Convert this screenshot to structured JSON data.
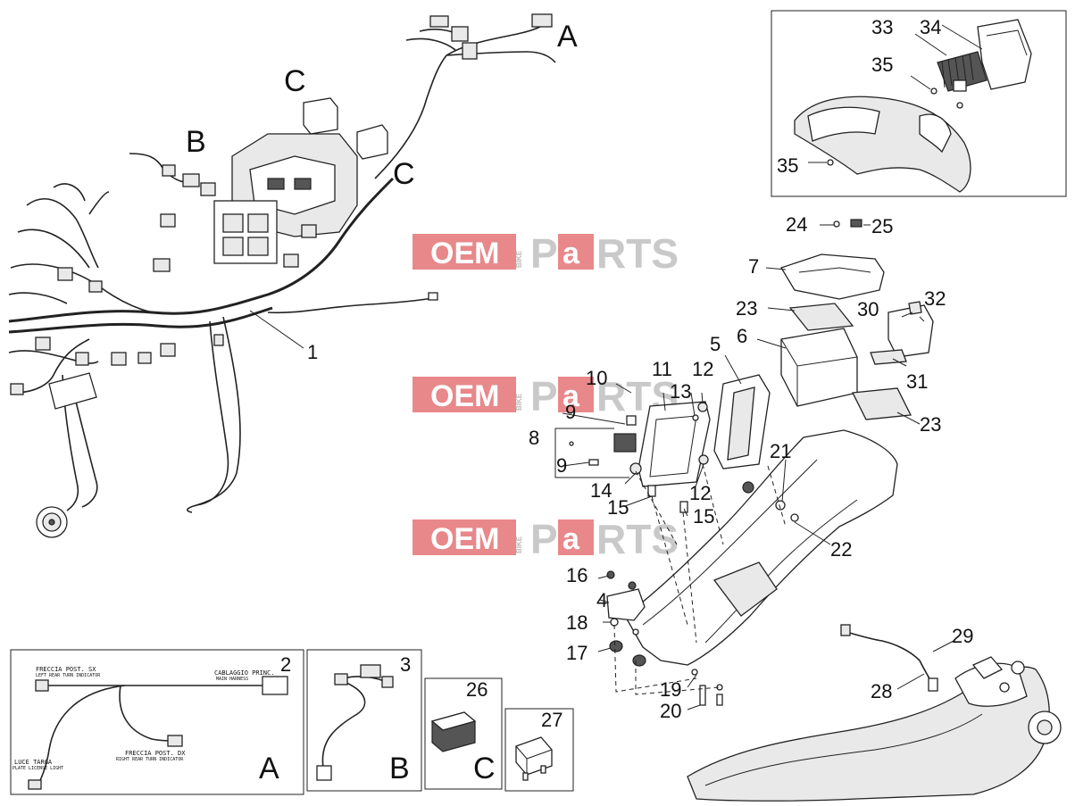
{
  "watermark": {
    "oem": "OEM",
    "bike": "BIKE",
    "p": "P",
    "a": "a",
    "rts": "RTS"
  },
  "letters": {
    "a": "A",
    "b": "B",
    "c": "C"
  },
  "callouts": {
    "n1": "1",
    "n2": "2",
    "n3": "3",
    "n4": "4",
    "n5": "5",
    "n6": "6",
    "n7": "7",
    "n8": "8",
    "n9": "9",
    "n10": "10",
    "n11": "11",
    "n12": "12",
    "n13": "13",
    "n14": "14",
    "n15": "15",
    "n16": "16",
    "n17": "17",
    "n18": "18",
    "n19": "19",
    "n20": "20",
    "n21": "21",
    "n22": "22",
    "n23": "23",
    "n24": "24",
    "n25": "25",
    "n26": "26",
    "n27": "27",
    "n28": "28",
    "n29": "29",
    "n30": "30",
    "n31": "31",
    "n32": "32",
    "n33": "33",
    "n34": "34",
    "n35": "35"
  },
  "inset_a": {
    "label_left_it": "FRECCIA POST. SX",
    "label_left_en": "LEFT REAR TURN INDICATOR",
    "label_main_it": "CABLAGGIO PRINC.",
    "label_main_en": "MAIN HARNESS",
    "label_right_it": "FRECCIA POST. DX",
    "label_right_en": "RIGHT REAR TURN INDICATOR",
    "label_plate_it": "LUCE TARGA",
    "label_plate_en": "PLATE LICENSE LIGHT"
  },
  "colors": {
    "watermark_red": "#e8888a",
    "ink": "#222222"
  }
}
